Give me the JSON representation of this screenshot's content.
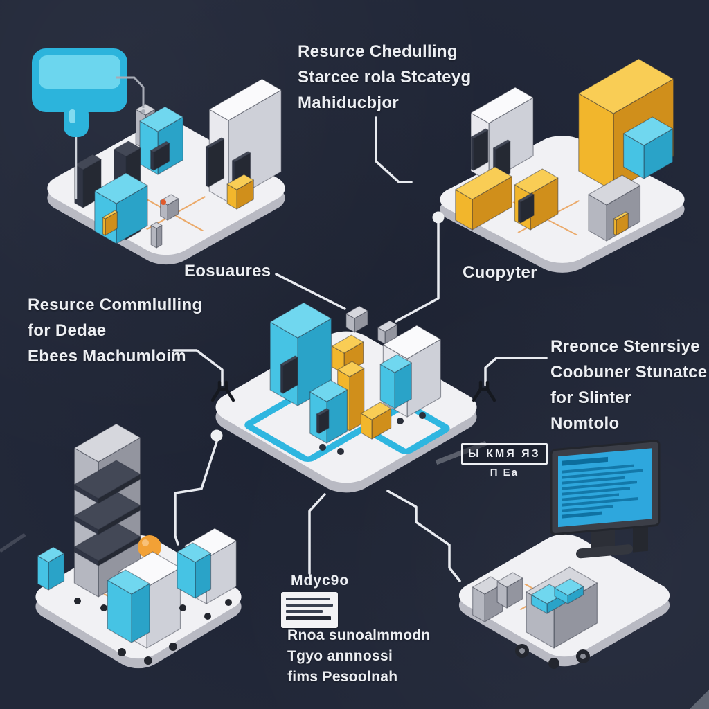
{
  "title": "Smart factory resource scheduling infographic",
  "background_color": "#222839",
  "palette": {
    "cyan": "#3ec3e6",
    "yellow": "#f2b62c",
    "orange": "#f2a136",
    "platform": "#f1f1f4",
    "connector": "#e9ebf0",
    "text": "#edeff3",
    "screen_blue": "#2ea7dd"
  },
  "labels": {
    "top": {
      "line1": "Resurce Chedulling",
      "line2": "Starcee rola Stcateyg",
      "line3": "Mahiducbjor"
    },
    "top_left_caption": "Eosuaures",
    "top_right_caption": "Cuopyter",
    "mid_left": {
      "line1": "Resurce Commlulling",
      "line2": "for Dedae",
      "line3": "Ebees Machumloim"
    },
    "mid_right": {
      "line1": "Rreonce Stenrsiye",
      "line2": "Coobuner Stunatce",
      "line3": "for Slinter",
      "line4": "Nomtolo"
    },
    "badge": {
      "box_text": "Ы КМЯ ЯЗ",
      "sub_text": "П Еа"
    },
    "bottom": {
      "title": "Mdyc9o",
      "line1": "Rnoa sunoalmmodn",
      "line2": "Tgyo annnossi",
      "line3": "fims Pesoolnah"
    }
  }
}
